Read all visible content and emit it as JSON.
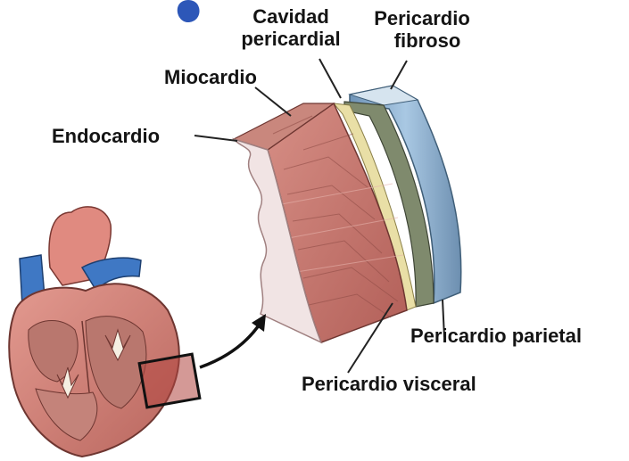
{
  "labels": {
    "cavidad_1": "Cavidad",
    "cavidad_2": "pericardial",
    "pericardio_fibroso_1": "Pericardio",
    "pericardio_fibroso_2": "fibroso",
    "miocardio": "Miocardio",
    "endocardio": "Endocardio",
    "pericardio_parietal": "Pericardio parietal",
    "pericardio_visceral": "Pericardio visceral"
  },
  "colors": {
    "myocardium": "#c77a72",
    "myocardium_dark": "#a95650",
    "endocardium": "#f1e4e4",
    "visceral": "#e9dfa6",
    "parietal": "#7f8a6d",
    "fibrous": "#8fb6d6",
    "heart_muscle": "#d98a80",
    "vessel_blue": "#3f78c4",
    "aorta": "#e08a80"
  },
  "icons": [
    "heart-illustration",
    "tissue-layer-section",
    "arrow-icon",
    "blue-blob-icon"
  ]
}
